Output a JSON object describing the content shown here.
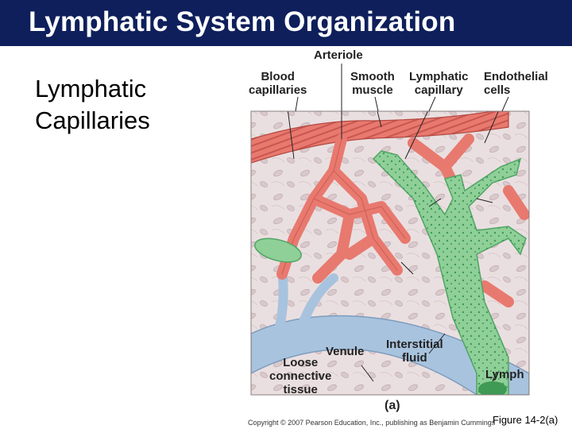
{
  "slide": {
    "title": "Lymphatic System Organization",
    "bullet_lines": [
      "Lymphatic",
      "Capillaries"
    ],
    "figure_reference": "Figure 14-2(a)"
  },
  "figure": {
    "labels": {
      "arteriole": "Arteriole",
      "blood_capillaries": [
        "Blood",
        "capillaries"
      ],
      "smooth_muscle": [
        "Smooth",
        "muscle"
      ],
      "lymphatic_capillary": [
        "Lymphatic",
        "capillary"
      ],
      "endothelial_cells": [
        "Endothelial",
        "cells"
      ],
      "interstitial_fluid": [
        "Interstitial",
        "fluid"
      ],
      "venule": "Venule",
      "loose_connective_tissue": [
        "Loose",
        "connective",
        "tissue"
      ],
      "lymph": "Lymph",
      "panel_letter": "(a)"
    },
    "copyright": "Copyright © 2007 Pearson Education, Inc., publishing as Benjamin Cummings",
    "colors": {
      "title_bar": "#0e1f5b",
      "tissue_background": "#eadfe0",
      "blood_vessel": "#e8796f",
      "lymph_vessel": "#8fcf98",
      "venule": "#a8c3de"
    }
  }
}
